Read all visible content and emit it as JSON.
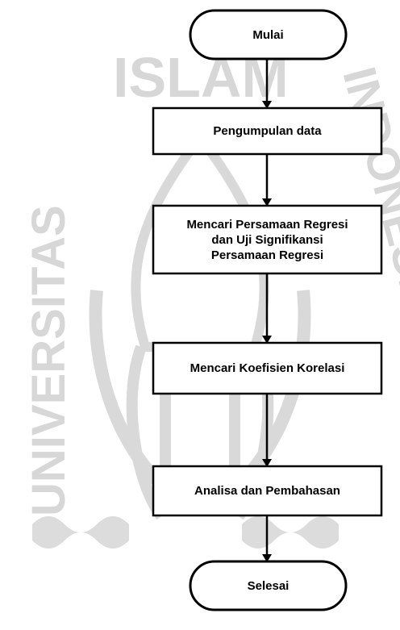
{
  "watermark": {
    "latin_text": "UNIVERSITAS ISLAM INDONESIA",
    "color": "#d7d7d7"
  },
  "flowchart": {
    "nodes": [
      {
        "id": "start",
        "shape": "terminator",
        "label": "Mulai"
      },
      {
        "id": "collect",
        "shape": "process",
        "label": "Pengumpulan data"
      },
      {
        "id": "regression",
        "shape": "process",
        "label": "Mencari Persamaan Regresi\ndan Uji Signifikansi\nPersamaan Regresi"
      },
      {
        "id": "correlation",
        "shape": "process",
        "label": "Mencari Koefisien Korelasi"
      },
      {
        "id": "analysis",
        "shape": "process",
        "label": "Analisa dan Pembahasan"
      },
      {
        "id": "end",
        "shape": "terminator",
        "label": "Selesai"
      }
    ],
    "edges": [
      {
        "from": "start",
        "to": "collect"
      },
      {
        "from": "collect",
        "to": "regression"
      },
      {
        "from": "regression",
        "to": "correlation"
      },
      {
        "from": "correlation",
        "to": "analysis"
      },
      {
        "from": "analysis",
        "to": "end"
      }
    ]
  }
}
